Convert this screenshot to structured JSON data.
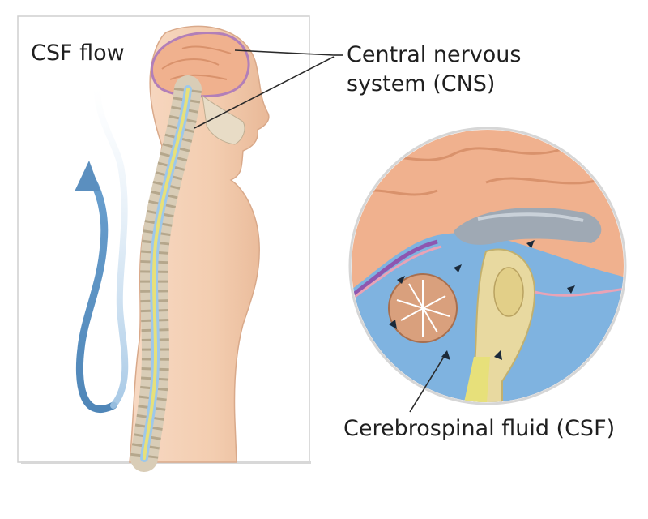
{
  "labels": {
    "csf_flow": "CSF flow",
    "cns_line1": "Central nervous",
    "cns_line2": "system  (CNS)",
    "csf": "Cerebrospinal fluid (CSF)"
  },
  "colors": {
    "skin": "#f3cdb0",
    "brain": "#f0b18e",
    "csf_blue": "#7fb3e0",
    "spinal_cord": "#e7e07a",
    "arrow": "#5b8fbf",
    "bone": "#d9cdb7"
  }
}
